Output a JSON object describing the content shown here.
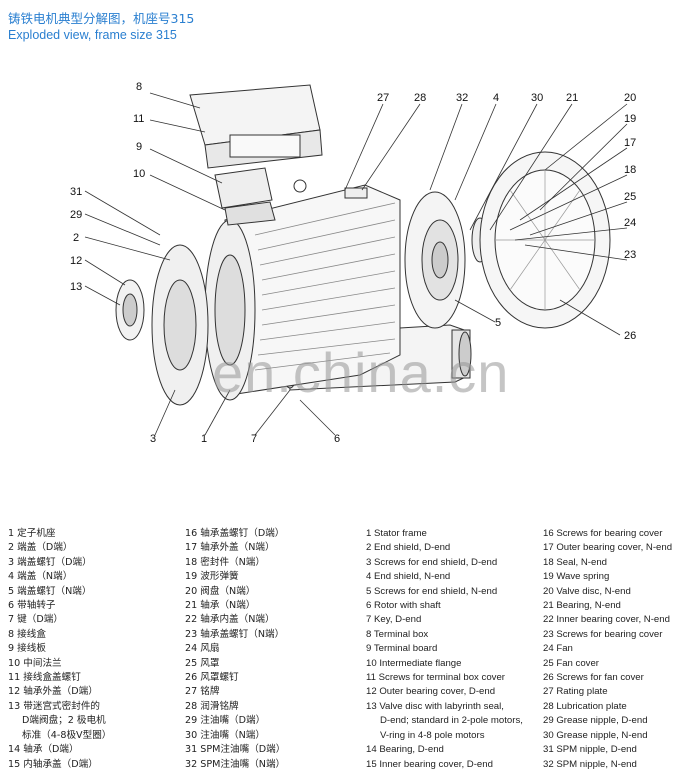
{
  "header": {
    "title_cn": "铸铁电机典型分解图，机座号315",
    "title_en": "Exploded view, frame size 315"
  },
  "watermark": "en.china.cn",
  "callouts": [
    "8",
    "11",
    "9",
    "10",
    "31",
    "29",
    "2",
    "12",
    "13",
    "27",
    "28",
    "32",
    "4",
    "30",
    "21",
    "20",
    "19",
    "17",
    "18",
    "25",
    "24",
    "23",
    "5",
    "26",
    "3",
    "1",
    "7",
    "6"
  ],
  "legend_cn_left": [
    {
      "num": "1",
      "text": "定子机座"
    },
    {
      "num": "2",
      "text": "端盖（D端）"
    },
    {
      "num": "3",
      "text": "端盖螺钉（D端）"
    },
    {
      "num": "4",
      "text": "端盖（N端）"
    },
    {
      "num": "5",
      "text": "端盖螺钉（N端）"
    },
    {
      "num": "6",
      "text": "带轴转子"
    },
    {
      "num": "7",
      "text": "键（D端）"
    },
    {
      "num": "8",
      "text": "接线盒"
    },
    {
      "num": "9",
      "text": "接线板"
    },
    {
      "num": "10",
      "text": "中间法兰"
    },
    {
      "num": "11",
      "text": "接线盒盖螺钉"
    },
    {
      "num": "12",
      "text": "轴承外盖（D端）"
    },
    {
      "num": "13",
      "text": "带迷宫式密封件的",
      "cont": [
        "D端阀盘；2 极电机",
        "标准（4-8极V型圈）"
      ]
    },
    {
      "num": "14",
      "text": "轴承（D端）"
    },
    {
      "num": "15",
      "text": "内轴承盖（D端）"
    }
  ],
  "legend_cn_right": [
    {
      "num": "16",
      "text": "轴承盖螺钉（D端）"
    },
    {
      "num": "17",
      "text": "轴承外盖（N端）"
    },
    {
      "num": "18",
      "text": "密封件（N端）"
    },
    {
      "num": "19",
      "text": "波形弹簧"
    },
    {
      "num": "20",
      "text": "阀盘（N端）"
    },
    {
      "num": "21",
      "text": "轴承（N端）"
    },
    {
      "num": "22",
      "text": "轴承内盖（N端）"
    },
    {
      "num": "23",
      "text": "轴承盖螺钉（N端）"
    },
    {
      "num": "24",
      "text": "风扇"
    },
    {
      "num": "25",
      "text": "风罩"
    },
    {
      "num": "26",
      "text": "风罩螺钉"
    },
    {
      "num": "27",
      "text": "铭牌"
    },
    {
      "num": "28",
      "text": "润滑铭牌"
    },
    {
      "num": "29",
      "text": "注油嘴（D端）"
    },
    {
      "num": "30",
      "text": "注油嘴（N端）"
    },
    {
      "num": "31",
      "text": "SPM注油嘴（D端）"
    },
    {
      "num": "32",
      "text": "SPM注油嘴（N端）"
    }
  ],
  "legend_en_left": [
    {
      "num": "1",
      "text": "Stator frame"
    },
    {
      "num": "2",
      "text": "End shield, D-end"
    },
    {
      "num": "3",
      "text": "Screws for end shield, D-end"
    },
    {
      "num": "4",
      "text": "End shield, N-end"
    },
    {
      "num": "5",
      "text": "Screws for end shield, N-end"
    },
    {
      "num": "6",
      "text": "Rotor with shaft"
    },
    {
      "num": "7",
      "text": "Key, D-end"
    },
    {
      "num": "8",
      "text": "Terminal box"
    },
    {
      "num": "9",
      "text": "Terminal board"
    },
    {
      "num": "10",
      "text": "Intermediate flange"
    },
    {
      "num": "11",
      "text": "Screws for terminal box cover"
    },
    {
      "num": "12",
      "text": "Outer bearing cover, D-end"
    },
    {
      "num": "13",
      "text": "Valve disc with labyrinth seal,",
      "cont": [
        "D-end; standard in 2-pole motors,",
        "V-ring in 4-8 pole motors"
      ]
    },
    {
      "num": "14",
      "text": "Bearing, D-end"
    },
    {
      "num": "15",
      "text": "Inner bearing cover, D-end"
    }
  ],
  "legend_en_right": [
    {
      "num": "16",
      "text": "Screws for bearing cover"
    },
    {
      "num": "17",
      "text": "Outer bearing cover, N-end"
    },
    {
      "num": "18",
      "text": "Seal, N-end"
    },
    {
      "num": "19",
      "text": "Wave spring"
    },
    {
      "num": "20",
      "text": "Valve disc, N-end"
    },
    {
      "num": "21",
      "text": "Bearing, N-end"
    },
    {
      "num": "22",
      "text": "Inner bearing cover, N-end"
    },
    {
      "num": "23",
      "text": "Screws for bearing cover"
    },
    {
      "num": "24",
      "text": "Fan"
    },
    {
      "num": "25",
      "text": "Fan cover"
    },
    {
      "num": "26",
      "text": "Screws for fan cover"
    },
    {
      "num": "27",
      "text": "Rating plate"
    },
    {
      "num": "28",
      "text": "Lubrication plate"
    },
    {
      "num": "29",
      "text": "Grease nipple, D-end"
    },
    {
      "num": "30",
      "text": "Grease nipple, N-end"
    },
    {
      "num": "31",
      "text": "SPM nipple, D-end"
    },
    {
      "num": "32",
      "text": "SPM nipple, N-end"
    }
  ]
}
